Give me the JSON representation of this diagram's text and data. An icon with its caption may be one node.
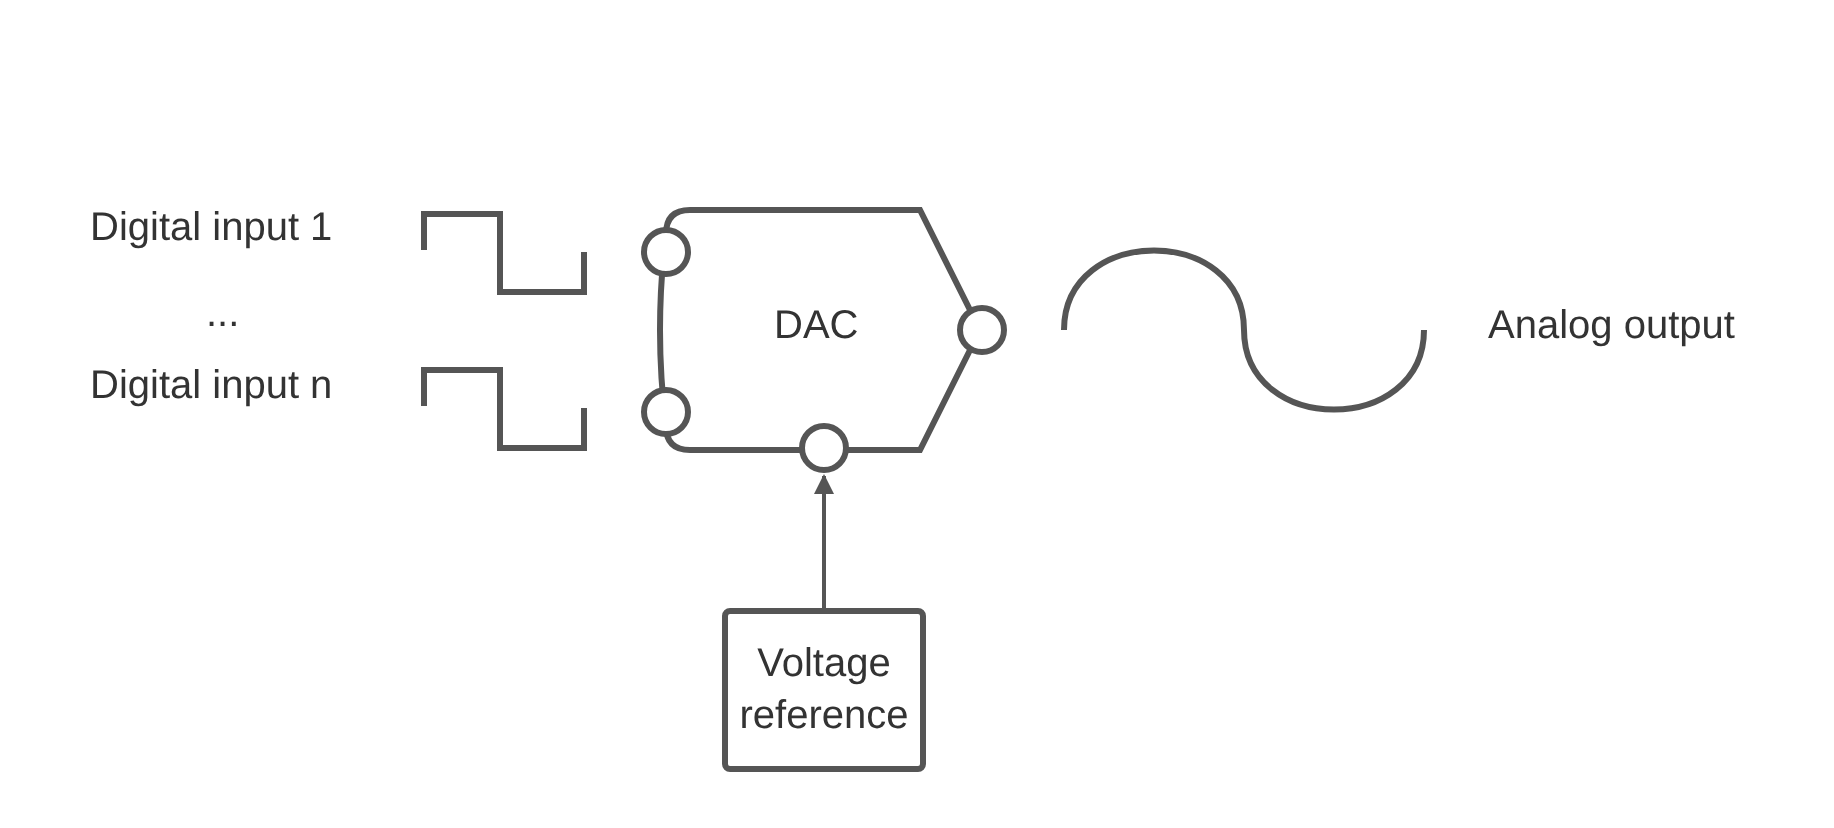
{
  "diagram": {
    "nodes": [
      {
        "text": [
          "DAC"
        ]
      },
      {
        "text": [
          "Voltage reference"
        ]
      }
    ],
    "edges": [
      {
        "from": 1,
        "to": 0,
        "arrow": "to"
      }
    ],
    "labels": [
      "Digital input 1",
      "...",
      "Digital input n",
      "Analog output"
    ]
  }
}
